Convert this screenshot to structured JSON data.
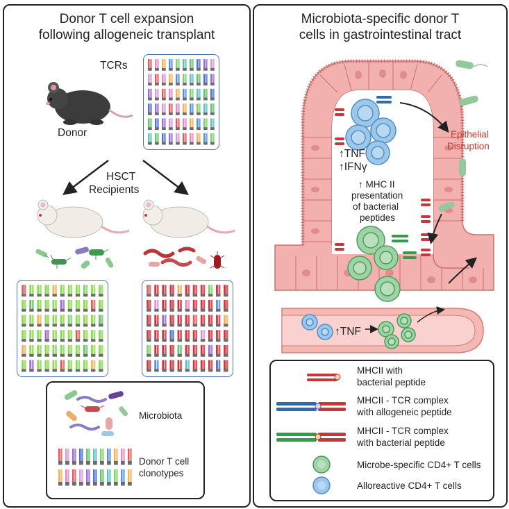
{
  "left": {
    "title_line1": "Donor T cell expansion",
    "title_line2": "following allogeneic transplant",
    "tcrs_label": "TCRs",
    "donor_label": "Donor",
    "hsct_line1": "HSCT",
    "hsct_line2": "Recipients",
    "legend": {
      "microbiota": "Microbiota",
      "clonotypes_line1": "Donor T cell",
      "clonotypes_line2": "clonotypes"
    }
  },
  "right": {
    "title_line1": "Microbiota-specific donor T",
    "title_line2": "cells in gastrointestinal tract",
    "epithelial_line1": "Epithelial",
    "epithelial_line2": "Disruption",
    "tnf": "↑TNF",
    "ifng": "↑IFNγ",
    "mhc_line1": "↑ MHC II",
    "mhc_line2": "presentation",
    "mhc_line3": "of bacterial",
    "mhc_line4": "peptides",
    "vessel_tnf": "↑TNF",
    "legend": {
      "item1_line1": "MHCII with",
      "item1_line2": "bacterial peptide",
      "item2_line1": "MHCII - TCR complex",
      "item2_line2": "with allogeneic peptide",
      "item3_line1": "MHCII - TCR complex",
      "item3_line2": "with bacterial peptide",
      "item4": "Microbe-specific CD4+ T cells",
      "item5": "Alloreactive CD4+ T cells"
    }
  },
  "colors": {
    "tcr_box_border": "#4b74b8",
    "epithelium": "#f2b0ae",
    "epithelium_dark": "#c9706d",
    "alloreactive_cell": "#9cc6ea",
    "microbe_cell": "#9ed3a6",
    "mhc_red": "#c9363a",
    "tcr_blue": "#2b6cb0",
    "tcr_green": "#2f9e48",
    "bacteria_green": "#93c99a",
    "disruption_text": "#c0392b"
  }
}
